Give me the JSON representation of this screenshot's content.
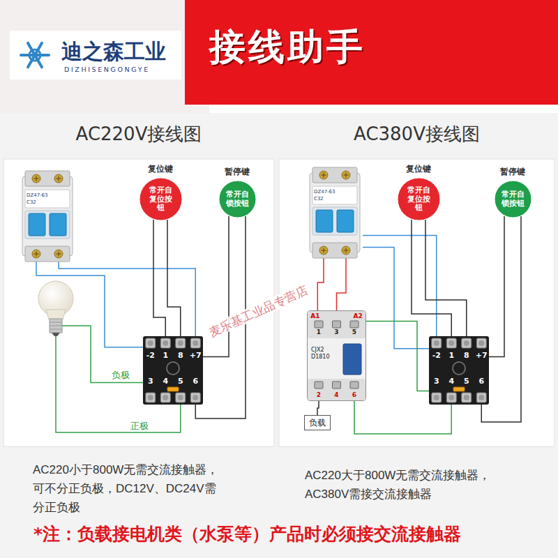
{
  "diagram": {
    "title": "接线助手",
    "nodes": [
      {
        "text": [
          "AC220V接线图"
        ]
      },
      {
        "text": [
          "复位键",
          "常开自复位按钮"
        ],
        "in": 0
      },
      {
        "text": [
          "暂停键",
          "常开自锁按钮"
        ],
        "in": 0
      },
      {
        "text": [
          "DZ47-63",
          "C32"
        ],
        "in": 0
      },
      {
        "text": [
          "-2",
          "1",
          "8",
          "+7",
          "3",
          "4",
          "5",
          "6"
        ],
        "in": 0
      },
      {
        "text": [
          "AC380V接线图"
        ]
      },
      {
        "text": [
          "复位键",
          "常开自复位按钮"
        ],
        "in": 5
      },
      {
        "text": [
          "暂停键",
          "常开自锁按钮"
        ],
        "in": 5
      },
      {
        "text": [
          "DZ47-63",
          "C32"
        ],
        "in": 5
      },
      {
        "text": [
          "A1",
          "A2",
          "1",
          "3",
          "5",
          "CJX2 D1810",
          "2",
          "4",
          "6"
        ],
        "in": 5
      },
      {
        "text": [
          "-2",
          "1",
          "8",
          "+7",
          "3",
          "4",
          "5",
          "6"
        ],
        "in": 5
      },
      {
        "text": [
          "负载"
        ],
        "in": 5
      }
    ],
    "edges": [
      {
        "from": 3,
        "to": 4,
        "arrow": "none"
      },
      {
        "from": 3,
        "to": 4,
        "arrow": "none"
      },
      {
        "from": 1,
        "to": 4,
        "arrow": "none"
      },
      {
        "from": 1,
        "to": 4,
        "arrow": "none"
      },
      {
        "from": 2,
        "to": 4,
        "arrow": "none"
      },
      {
        "from": 2,
        "to": 4,
        "arrow": "none"
      },
      {
        "from": 8,
        "to": 9,
        "arrow": "none"
      },
      {
        "from": 8,
        "to": 9,
        "arrow": "none"
      },
      {
        "from": 8,
        "to": 10,
        "arrow": "none"
      },
      {
        "from": 8,
        "to": 10,
        "arrow": "none"
      },
      {
        "from": 6,
        "to": 10,
        "arrow": "none"
      },
      {
        "from": 6,
        "to": 10,
        "arrow": "none"
      },
      {
        "from": 7,
        "to": 10,
        "arrow": "none"
      },
      {
        "from": 7,
        "to": 10,
        "arrow": "none"
      },
      {
        "from": 9,
        "to": 10,
        "arrow": "none"
      },
      {
        "from": 9,
        "to": 10,
        "arrow": "none"
      },
      {
        "from": 9,
        "to": 11,
        "arrow": "none"
      }
    ],
    "labels": [
      "迪之森工业",
      "DIZHISENGONGYE",
      "负极",
      "正极",
      "麦乐基工业品专营店",
      "AC220小于800W无需交流接触器， 可不分正负极，DC12V、DC24V需 分正负极",
      "AC220大于800W无需交流接触器， AC380V需接交流接触器",
      "*注：负载接电机类（水泵等）产品时必须接交流接触器"
    ]
  }
}
